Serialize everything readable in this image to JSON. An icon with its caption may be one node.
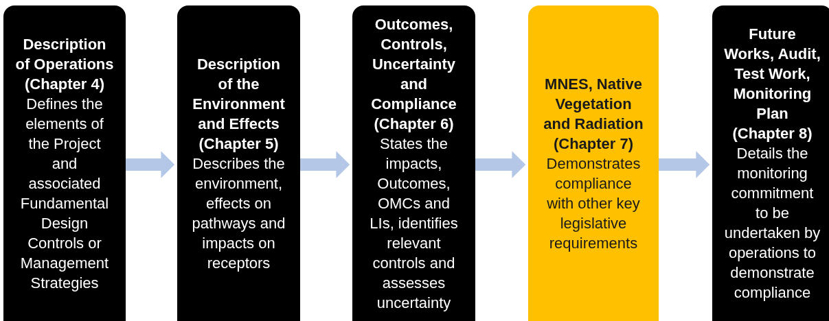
{
  "diagram": {
    "nodes": [
      {
        "text": [
          "Description of Operations (Chapter 4)",
          "Defines the elements of the Project and associated Fundamental Design Controls or Management Strategies"
        ]
      },
      {
        "text": [
          "Description of the Environment and Effects (Chapter 5)",
          "Describes the environment, effects on pathways and impacts on receptors"
        ]
      },
      {
        "text": [
          "Outcomes, Controls, Uncertainty and Compliance (Chapter 6)",
          "States the impacts, Outcomes, OMCs and LIs, identifies relevant controls and assesses uncertainty"
        ]
      },
      {
        "text": [
          "MNES, Native Vegetation and Radiation (Chapter 7)",
          "Demonstrates compliance with other key legislative requirements"
        ]
      },
      {
        "text": [
          "Future Works, Audit, Test Work, Monitoring Plan (Chapter 8)",
          "Details the monitoring commitment to be undertaken by operations to demonstrate compliance"
        ]
      }
    ],
    "edges": [
      {
        "from": 0,
        "to": 1,
        "arrow": "to"
      },
      {
        "from": 1,
        "to": 2,
        "arrow": "to"
      },
      {
        "from": 2,
        "to": 3,
        "arrow": "to"
      },
      {
        "from": 3,
        "to": 4,
        "arrow": "to"
      }
    ]
  }
}
